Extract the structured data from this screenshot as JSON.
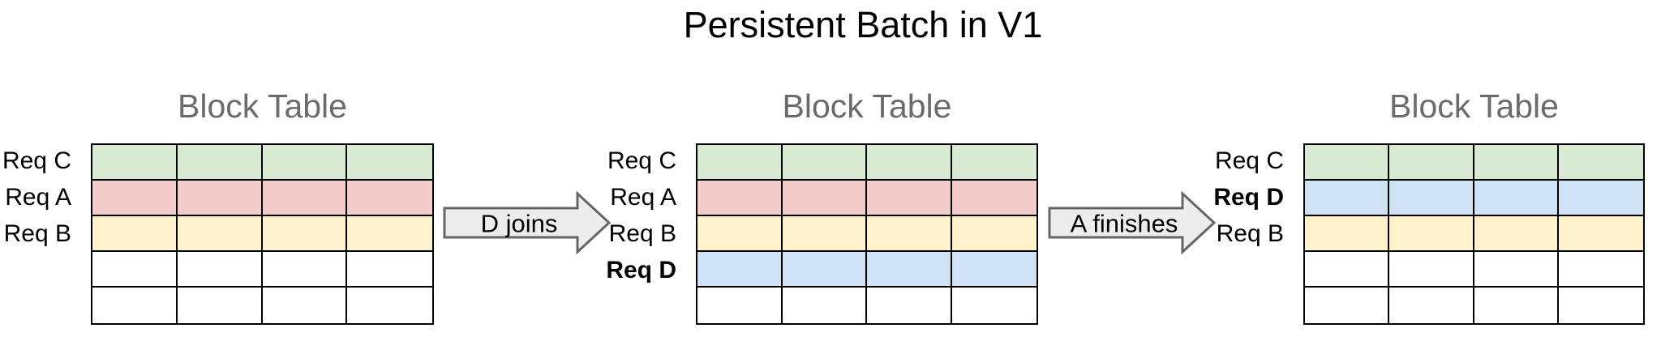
{
  "title": "Persistent Batch in V1",
  "colors": {
    "green": "#d9ead3",
    "red": "#f4cccc",
    "yellow": "#fff2cc",
    "blue": "#cfe2f3",
    "white": "#ffffff",
    "arrow_fill": "#ededed",
    "arrow_border": "#666666",
    "block_title_gray": "#6b6b6b",
    "table_border": "#000000"
  },
  "stages": [
    {
      "table_title": "Block Table",
      "columns": 4,
      "rows": [
        {
          "label": "Req C",
          "bold": false,
          "color": "green"
        },
        {
          "label": "Req A",
          "bold": false,
          "color": "red"
        },
        {
          "label": "Req B",
          "bold": false,
          "color": "yellow"
        },
        {
          "label": "",
          "bold": false,
          "color": "white"
        },
        {
          "label": "",
          "bold": false,
          "color": "white"
        }
      ]
    },
    {
      "table_title": "Block Table",
      "columns": 4,
      "rows": [
        {
          "label": "Req C",
          "bold": false,
          "color": "green"
        },
        {
          "label": "Req A",
          "bold": false,
          "color": "red"
        },
        {
          "label": "Req B",
          "bold": false,
          "color": "yellow"
        },
        {
          "label": "Req D",
          "bold": true,
          "color": "blue"
        },
        {
          "label": "",
          "bold": false,
          "color": "white"
        }
      ]
    },
    {
      "table_title": "Block Table",
      "columns": 4,
      "rows": [
        {
          "label": "Req C",
          "bold": false,
          "color": "green"
        },
        {
          "label": "Req D",
          "bold": true,
          "color": "blue"
        },
        {
          "label": "Req B",
          "bold": false,
          "color": "yellow"
        },
        {
          "label": "",
          "bold": false,
          "color": "white"
        },
        {
          "label": "",
          "bold": false,
          "color": "white"
        }
      ]
    }
  ],
  "arrows": [
    {
      "label": "D joins"
    },
    {
      "label": "A finishes"
    }
  ]
}
